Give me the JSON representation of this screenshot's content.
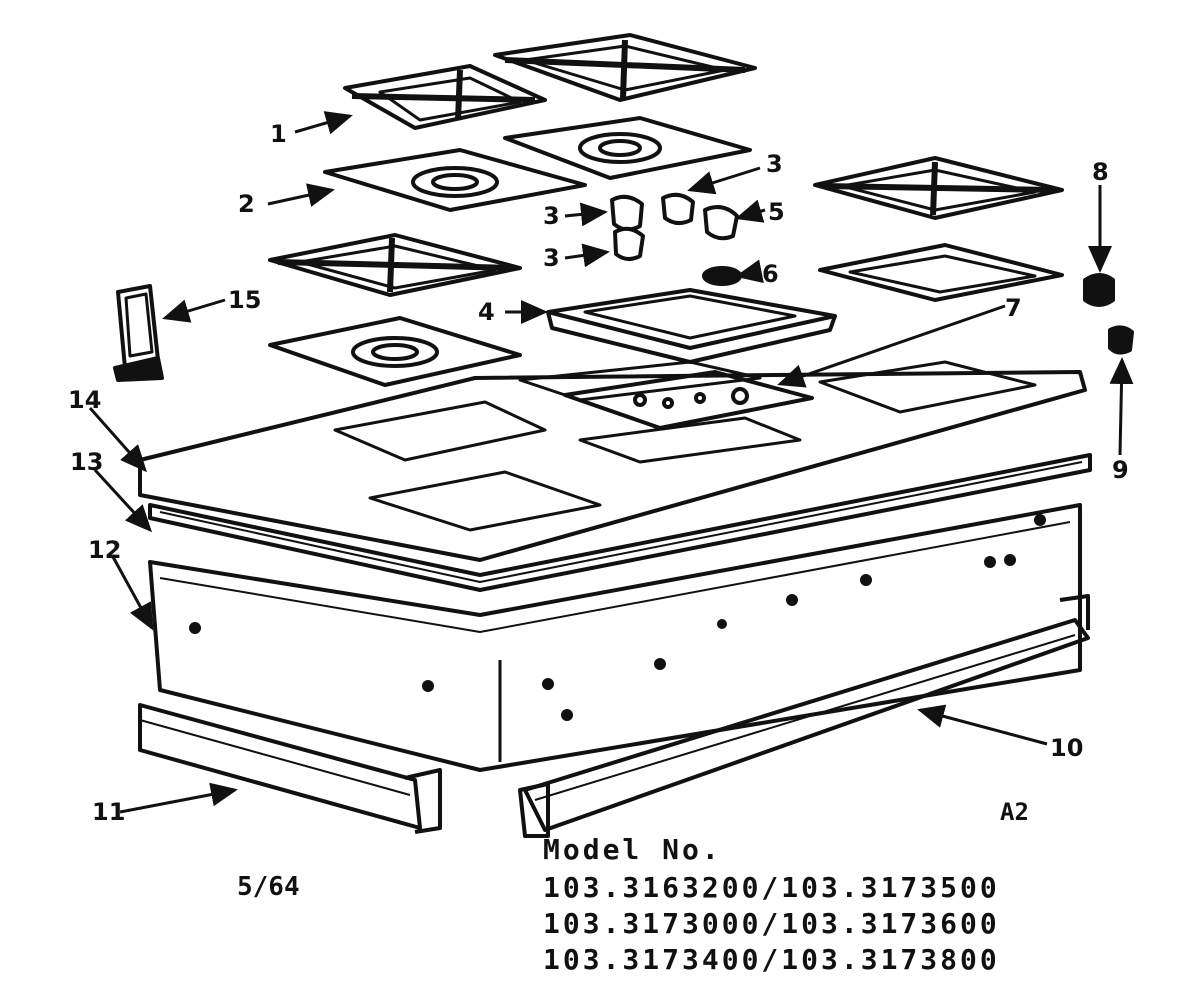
{
  "callouts": {
    "c1": "1",
    "c2": "2",
    "c3a": "3",
    "c3b": "3",
    "c3c": "3",
    "c4": "4",
    "c5": "5",
    "c6": "6",
    "c7": "7",
    "c8": "8",
    "c9": "9",
    "c10": "10",
    "c11": "11",
    "c12": "12",
    "c13": "13",
    "c14": "14",
    "c15": "15"
  },
  "sheet_code": "A2",
  "date_code": "5/64",
  "model": {
    "heading": "Model No.",
    "lines": [
      "103.3163200/103.3173500",
      "103.3173000/103.3173600",
      "103.3173400/103.3173800"
    ]
  }
}
